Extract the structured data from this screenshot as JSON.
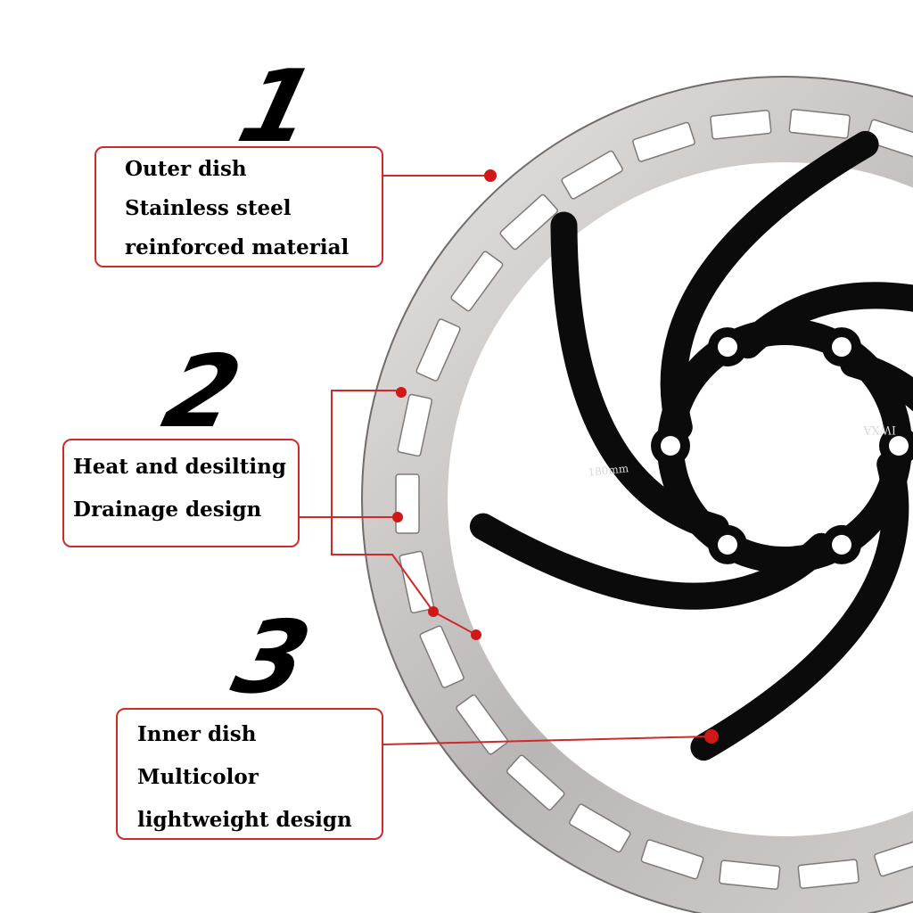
{
  "callouts": [
    {
      "number": "1",
      "lines": [
        "Outer dish",
        "Stainless steel",
        "reinforced material"
      ]
    },
    {
      "number": "2",
      "lines": [
        "Heat and desilting",
        "Drainage design"
      ]
    },
    {
      "number": "3",
      "lines": [
        "Inner dish",
        "Multicolor",
        "lightweight design"
      ]
    }
  ],
  "rotor": {
    "size_text": "180mm",
    "brand_text": "IWXA",
    "steel_color": "#c9c6c4",
    "spider_color": "#0b0b0b",
    "accent_color": "#d01818"
  }
}
